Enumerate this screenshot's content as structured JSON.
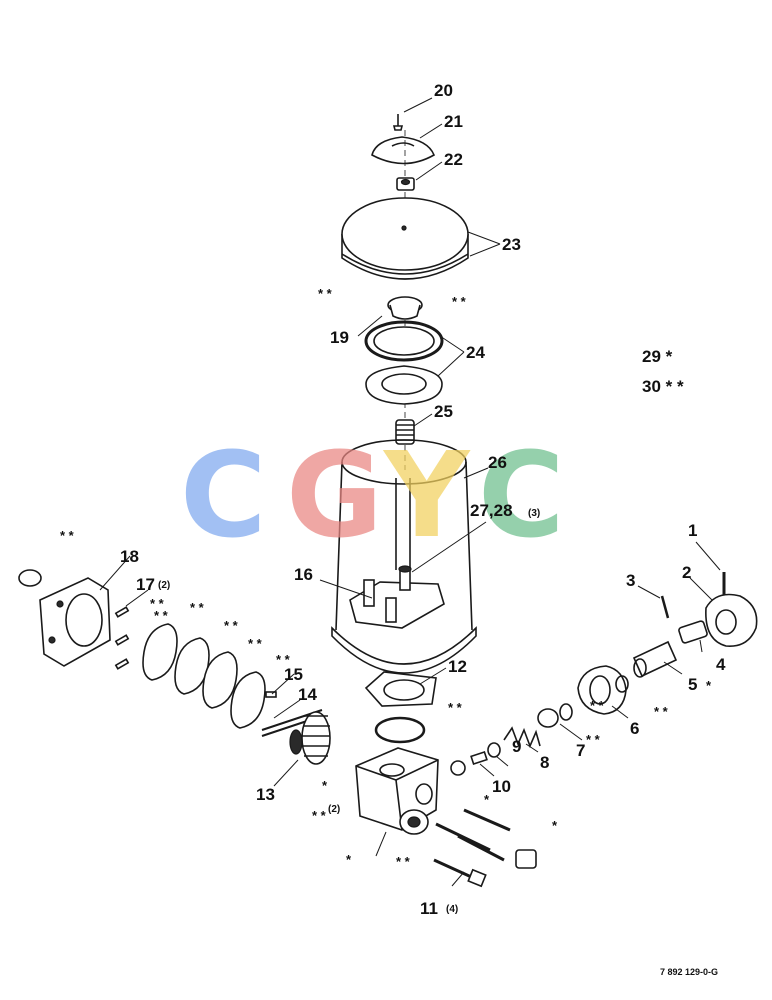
{
  "labels": {
    "p1": "1",
    "p2": "2",
    "p3": "3",
    "p4": "4",
    "p5": "5",
    "p6": "6",
    "p7": "7",
    "p8": "8",
    "p9": "9",
    "p10": "10",
    "p11": "11",
    "p12": "12",
    "p13": "13",
    "p14": "14",
    "p15": "15",
    "p16": "16",
    "p17": "17",
    "p18": "18",
    "p19": "19",
    "p20": "20",
    "p21": "21",
    "p22": "22",
    "p23": "23",
    "p24": "24",
    "p25": "25",
    "p26": "26",
    "p2728": "27,28"
  },
  "qty": {
    "p11": "(4)",
    "p17": "(2)",
    "p2728": "(3)",
    "star_qty": "(2)"
  },
  "legend": {
    "l29": "29 *",
    "l30": "30 * *"
  },
  "stars": {
    "single": "*",
    "double": "* *"
  },
  "footer": {
    "drawing_number": "7 892 129-0-G"
  },
  "watermark": {
    "c1": "C",
    "g": "G",
    "y": "Y",
    "c2": "C",
    "colors": {
      "c1": "#7fa9ef",
      "g": "#e98682",
      "y": "#f2d15e",
      "c2": "#6dbf8d"
    }
  }
}
